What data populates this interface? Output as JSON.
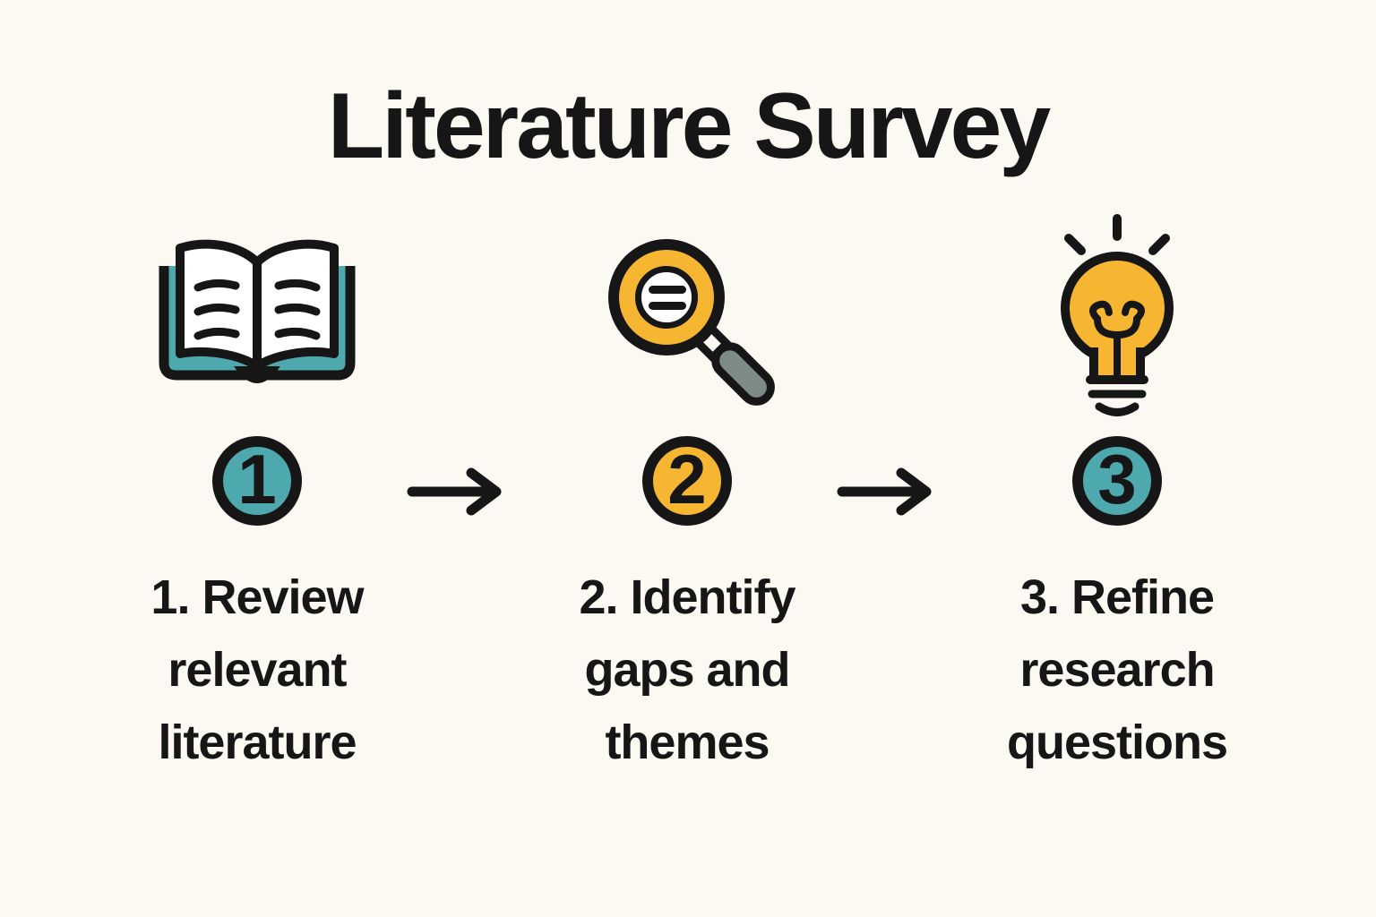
{
  "title": "Literature Survey",
  "colors": {
    "teal": "#4DA9AE",
    "yellow": "#F7B631",
    "ink": "#161616",
    "gray": "#7D8A86",
    "paper": "#FBF9F2",
    "white": "#FFFFFF"
  },
  "steps": [
    {
      "number": "1",
      "icon": "open-book-icon",
      "circle_color": "#4DA9AE",
      "label": "1. Review\nrelevant\nliterature"
    },
    {
      "number": "2",
      "icon": "magnifier-icon",
      "circle_color": "#F7B631",
      "label": "2. Identify\ngaps and\nthemes"
    },
    {
      "number": "3",
      "icon": "lightbulb-icon",
      "circle_color": "#4DA9AE",
      "label": "3. Refine\nresearch\nquestions"
    }
  ],
  "arrows": [
    {
      "direction": "right"
    },
    {
      "direction": "right"
    }
  ]
}
